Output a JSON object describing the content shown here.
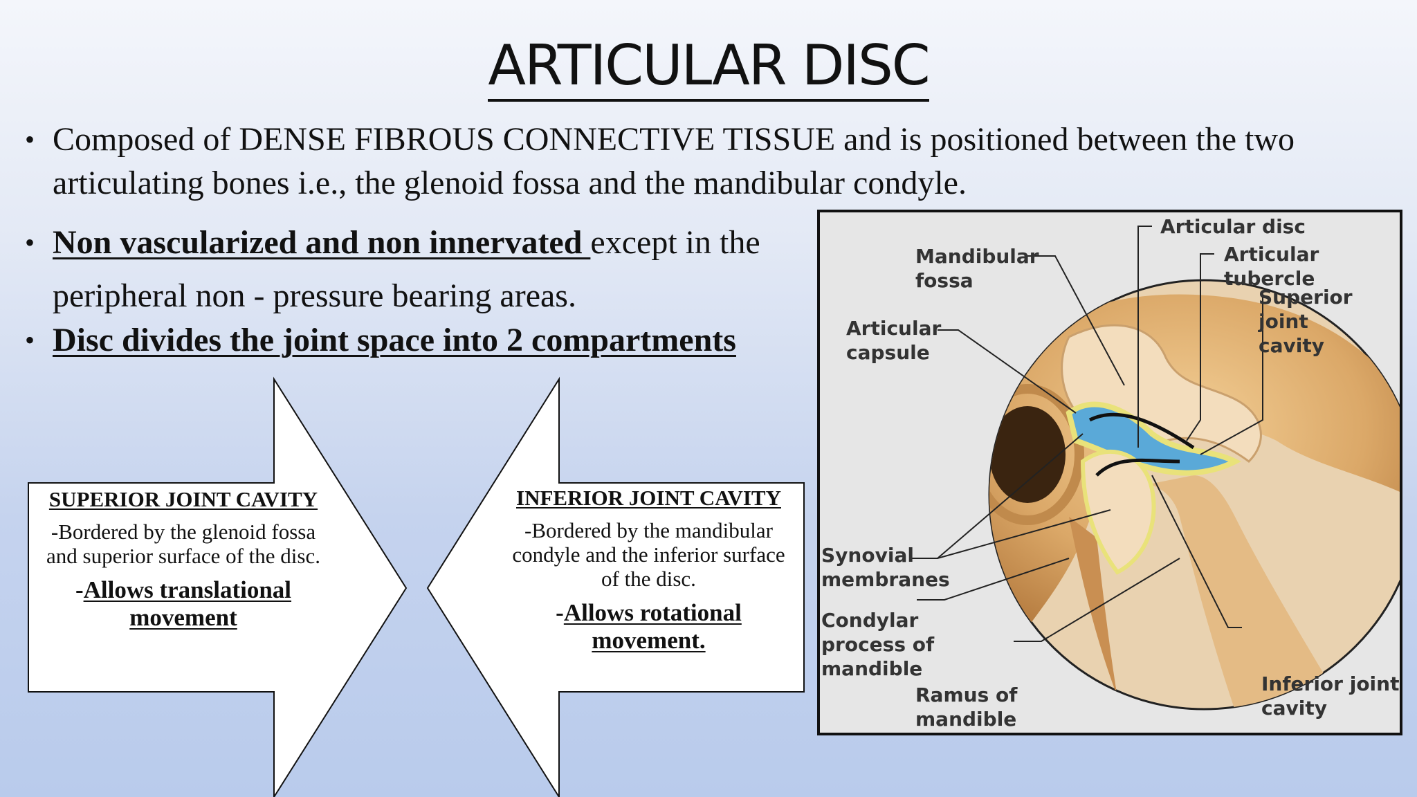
{
  "title": "ARTICULAR DISC",
  "bullets": {
    "b1": "Composed of DENSE FIBROUS CONNECTIVE TISSUE and is positioned between the two articulating bones i.e., the glenoid fossa and the mandibular condyle.",
    "b2_bold": "Non vascularized and non innervated ",
    "b2_rest": "except in the peripheral non - pressure bearing areas.",
    "b3": "Disc divides the joint space into 2 compartments"
  },
  "superior": {
    "heading": "SUPERIOR JOINT CAVITY",
    "body": "-Bordered by the glenoid fossa and superior surface of the disc.",
    "dash": "-",
    "allows": "Allows translational movement"
  },
  "inferior": {
    "heading": "INFERIOR JOINT CAVITY",
    "body": "-Bordered by the mandibular condyle and the inferior surface of the disc.",
    "dash": "-",
    "allows": "Allows rotational movement."
  },
  "diagram_labels": {
    "articular_disc": "Articular disc",
    "articular_tubercle": "Articular tubercle",
    "mandibular_fossa": "Mandibular\nfossa",
    "superior_joint_cavity": "Superior joint\ncavity",
    "articular_capsule": "Articular\ncapsule",
    "synovial_membranes": "Synovial\nmembranes",
    "condylar_process": "Condylar\nprocess of\nmandible",
    "ramus": "Ramus of\nmandible",
    "inferior_joint_cavity": "Inferior joint\ncavity"
  },
  "colors": {
    "bone": "#d9a66a",
    "bone_light": "#f2d8b0",
    "disc_blue": "#5aa9d8",
    "disc_yellow": "#e9e27a"
  }
}
